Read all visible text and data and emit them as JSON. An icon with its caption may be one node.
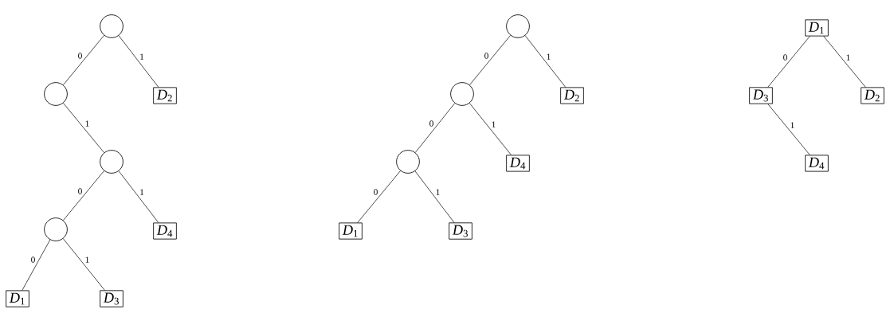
{
  "diagram": {
    "nodes": [
      {
        "text": [],
        "shape": "circle"
      },
      {
        "text": [],
        "shape": "circle"
      },
      {
        "text": [
          "*D*$_{2}$"
        ]
      },
      {
        "text": [],
        "shape": "circle"
      },
      {
        "text": [],
        "shape": "circle"
      },
      {
        "text": [
          "*D*$_{4}$"
        ]
      },
      {
        "text": [
          "*D*$_{1}$"
        ]
      },
      {
        "text": [
          "*D*$_{3}$"
        ]
      },
      {
        "text": [],
        "shape": "circle"
      },
      {
        "text": [],
        "shape": "circle"
      },
      {
        "text": [
          "*D*$_{2}$"
        ]
      },
      {
        "text": [],
        "shape": "circle"
      },
      {
        "text": [
          "*D*$_{4}$"
        ]
      },
      {
        "text": [
          "*D*$_{1}$"
        ]
      },
      {
        "text": [
          "*D*$_{3}$"
        ]
      },
      {
        "text": [
          "*D*$_{1}$"
        ]
      },
      {
        "text": [
          "*D*$_{3}$"
        ]
      },
      {
        "text": [
          "*D*$_{2}$"
        ]
      },
      {
        "text": [
          "*D*$_{4}$"
        ]
      }
    ],
    "edges": [
      {
        "from": 0,
        "to": 1,
        "arrow": "none",
        "label": "0"
      },
      {
        "from": 0,
        "to": 2,
        "arrow": "none",
        "label": "1"
      },
      {
        "from": 1,
        "to": 3,
        "arrow": "none",
        "label": "1"
      },
      {
        "from": 3,
        "to": 4,
        "arrow": "none",
        "label": "0"
      },
      {
        "from": 3,
        "to": 5,
        "arrow": "none",
        "label": "1"
      },
      {
        "from": 4,
        "to": 6,
        "arrow": "none",
        "label": "0"
      },
      {
        "from": 4,
        "to": 7,
        "arrow": "none",
        "label": "1"
      },
      {
        "from": 8,
        "to": 9,
        "arrow": "none",
        "label": "0"
      },
      {
        "from": 8,
        "to": 10,
        "arrow": "none",
        "label": "1"
      },
      {
        "from": 9,
        "to": 11,
        "arrow": "none",
        "label": "0"
      },
      {
        "from": 9,
        "to": 12,
        "arrow": "none",
        "label": "1"
      },
      {
        "from": 11,
        "to": 13,
        "arrow": "none",
        "label": "0"
      },
      {
        "from": 11,
        "to": 14,
        "arrow": "none",
        "label": "1"
      },
      {
        "from": 15,
        "to": 16,
        "arrow": "none",
        "label": "0"
      },
      {
        "from": 15,
        "to": 17,
        "arrow": "none",
        "label": "1"
      },
      {
        "from": 16,
        "to": 18,
        "arrow": "none",
        "label": "1"
      }
    ]
  }
}
